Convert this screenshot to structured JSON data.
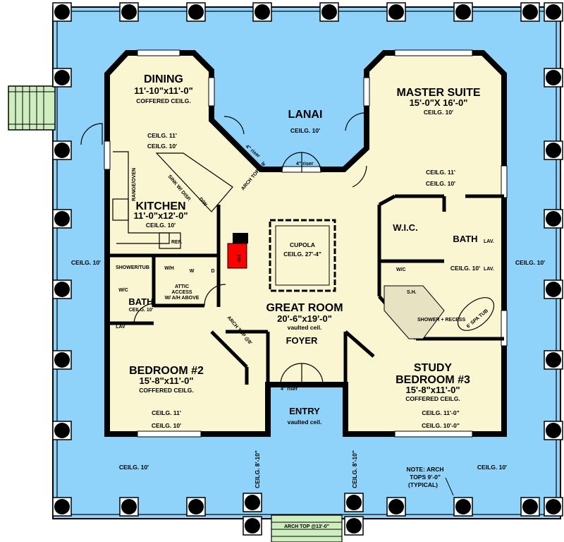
{
  "colors": {
    "porch": "#8fd3fb",
    "interior": "#fbf6d2",
    "fireplace": "#ff0000",
    "stairs": "#cfeec0",
    "wall": "#000000"
  },
  "rooms": {
    "dining": {
      "name": "DINING",
      "size": "11'-10\"x11'-0\"",
      "note": "COFFERED CEILG.",
      "ceil1": "CEILG. 11'",
      "ceil2": "CEILG. 10'"
    },
    "kitchen": {
      "name": "KITCHEN",
      "size": "11'-0\"x12'-0\"",
      "ceil": "CEILG. 10'",
      "range": "RANGE/OVEN",
      "ref": "REF.",
      "sink": "SINK W/ DISP.",
      "dw": "D/W",
      "arch": "ARCH TOP @8'"
    },
    "lanai": {
      "name": "LANAI",
      "ceil": "CEILG. 10'",
      "riser": "4\" riser"
    },
    "master": {
      "name": "MASTER SUITE",
      "size": "15'-0\"X 16'-0\"",
      "ceil": "CEILG. 10'",
      "ceil1": "CEILG. 11'",
      "ceil2": "CEILG. 10'"
    },
    "wic": {
      "name": "W.I.C."
    },
    "master_bath": {
      "name": "BATH",
      "ceil": "CEILG. 10'",
      "lav": "LAV.",
      "wc": "W/C",
      "sh": "S.H.",
      "shower": "SHOWER + RECESS",
      "tub": "6' SPA TUB"
    },
    "great": {
      "name": "GREAT ROOM",
      "size": "20'-6\"x19'-0\"",
      "note": "vaulted ceil.",
      "cupola": "CUPOLA",
      "cupola_ceil": "CEILG. 27'-4\"",
      "fp": "F/P",
      "arch": "ARCH TOP @8'"
    },
    "foyer": {
      "name": "FOYER"
    },
    "bath2": {
      "name": "BATH",
      "ceil": "CEILG. 10'",
      "shower": "SHOWER/TUB",
      "wc": "W/C",
      "lav": "LAV"
    },
    "laundry": {
      "wh": "W/H",
      "w": "W",
      "d": "D",
      "attic": "ATTIC",
      "access": "ACCESS",
      "ah": "W/ A/H ABOVE"
    },
    "bedroom2": {
      "name": "BEDROOM #2",
      "size": "15'-8\"x11'-0\"",
      "note": "COFFERED CEILG.",
      "ceil1": "CEILG. 11'",
      "ceil2": "CEILG. 10'"
    },
    "bedroom3": {
      "name1": "STUDY",
      "name2": "BEDROOM #3",
      "size": "15'-8\"x11'-0\"",
      "note": "COFFERED CEILG.",
      "ceil1": "CEILG. 11'-0\"",
      "ceil2": "CEILG. 10'-0\""
    },
    "entry": {
      "name": "ENTRY",
      "note": "vaulted ceil.",
      "riser": "4\" riser",
      "arch": "ARCH TOP @13'-0\""
    },
    "porch": {
      "ceil": "CEILG. 10'",
      "ceil_entry": "CEILG. 8'-10\"",
      "note1": "NOTE: ARCH",
      "note2": "TOPS 9'-0\"",
      "note3": "(TYPICAL)",
      "riser": "4\" riser"
    }
  }
}
